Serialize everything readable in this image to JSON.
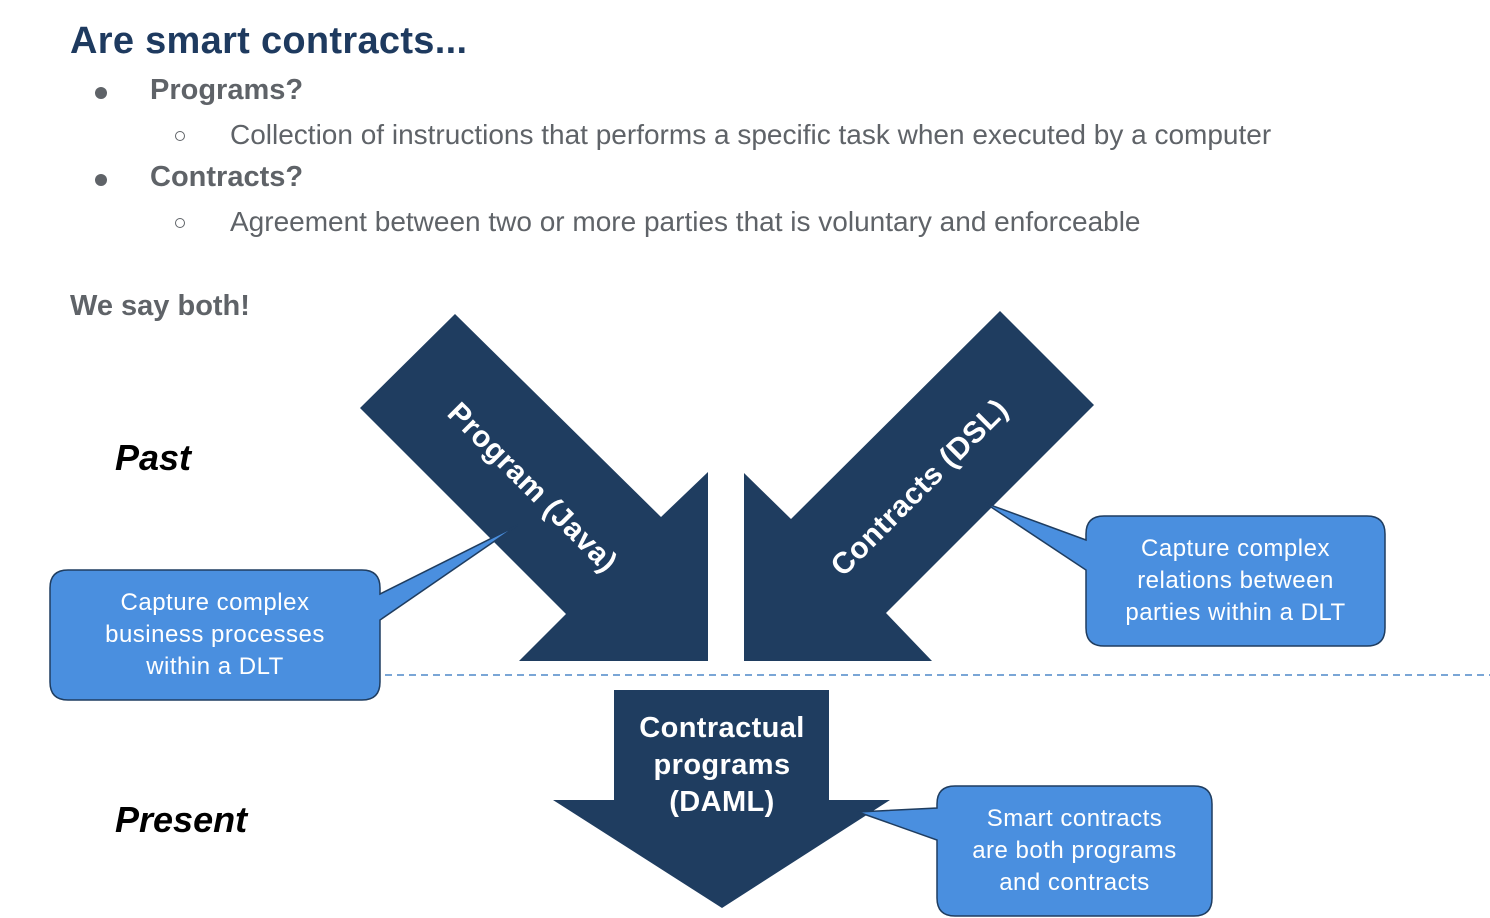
{
  "title": "Are smart contracts...",
  "bullets": [
    {
      "label": "Programs?",
      "sub": "Collection of instructions that performs a specific task when executed by a computer"
    },
    {
      "label": "Contracts?",
      "sub": "Agreement between two or more parties that is voluntary and enforceable"
    }
  ],
  "conclusion": "We say both!",
  "eras": {
    "past": "Past",
    "present": "Present"
  },
  "arrows": {
    "left": "Program (Java)",
    "right": "Contracts (DSL)",
    "down": [
      "Contractual",
      "programs",
      "(DAML)"
    ]
  },
  "callouts": {
    "left": [
      "Capture complex",
      "business processes",
      "within a DLT"
    ],
    "right": [
      "Capture complex",
      "relations between",
      "parties within a DLT"
    ],
    "bottom": [
      "Smart contracts",
      "are both programs",
      "and contracts"
    ]
  },
  "colors": {
    "title": "#1e3a5f",
    "text": "#5f6368",
    "arrow": "#1f3d60",
    "callout_fill": "#4a8fdf",
    "callout_border": "#1f3d60",
    "divider": "#7aa6d6"
  }
}
